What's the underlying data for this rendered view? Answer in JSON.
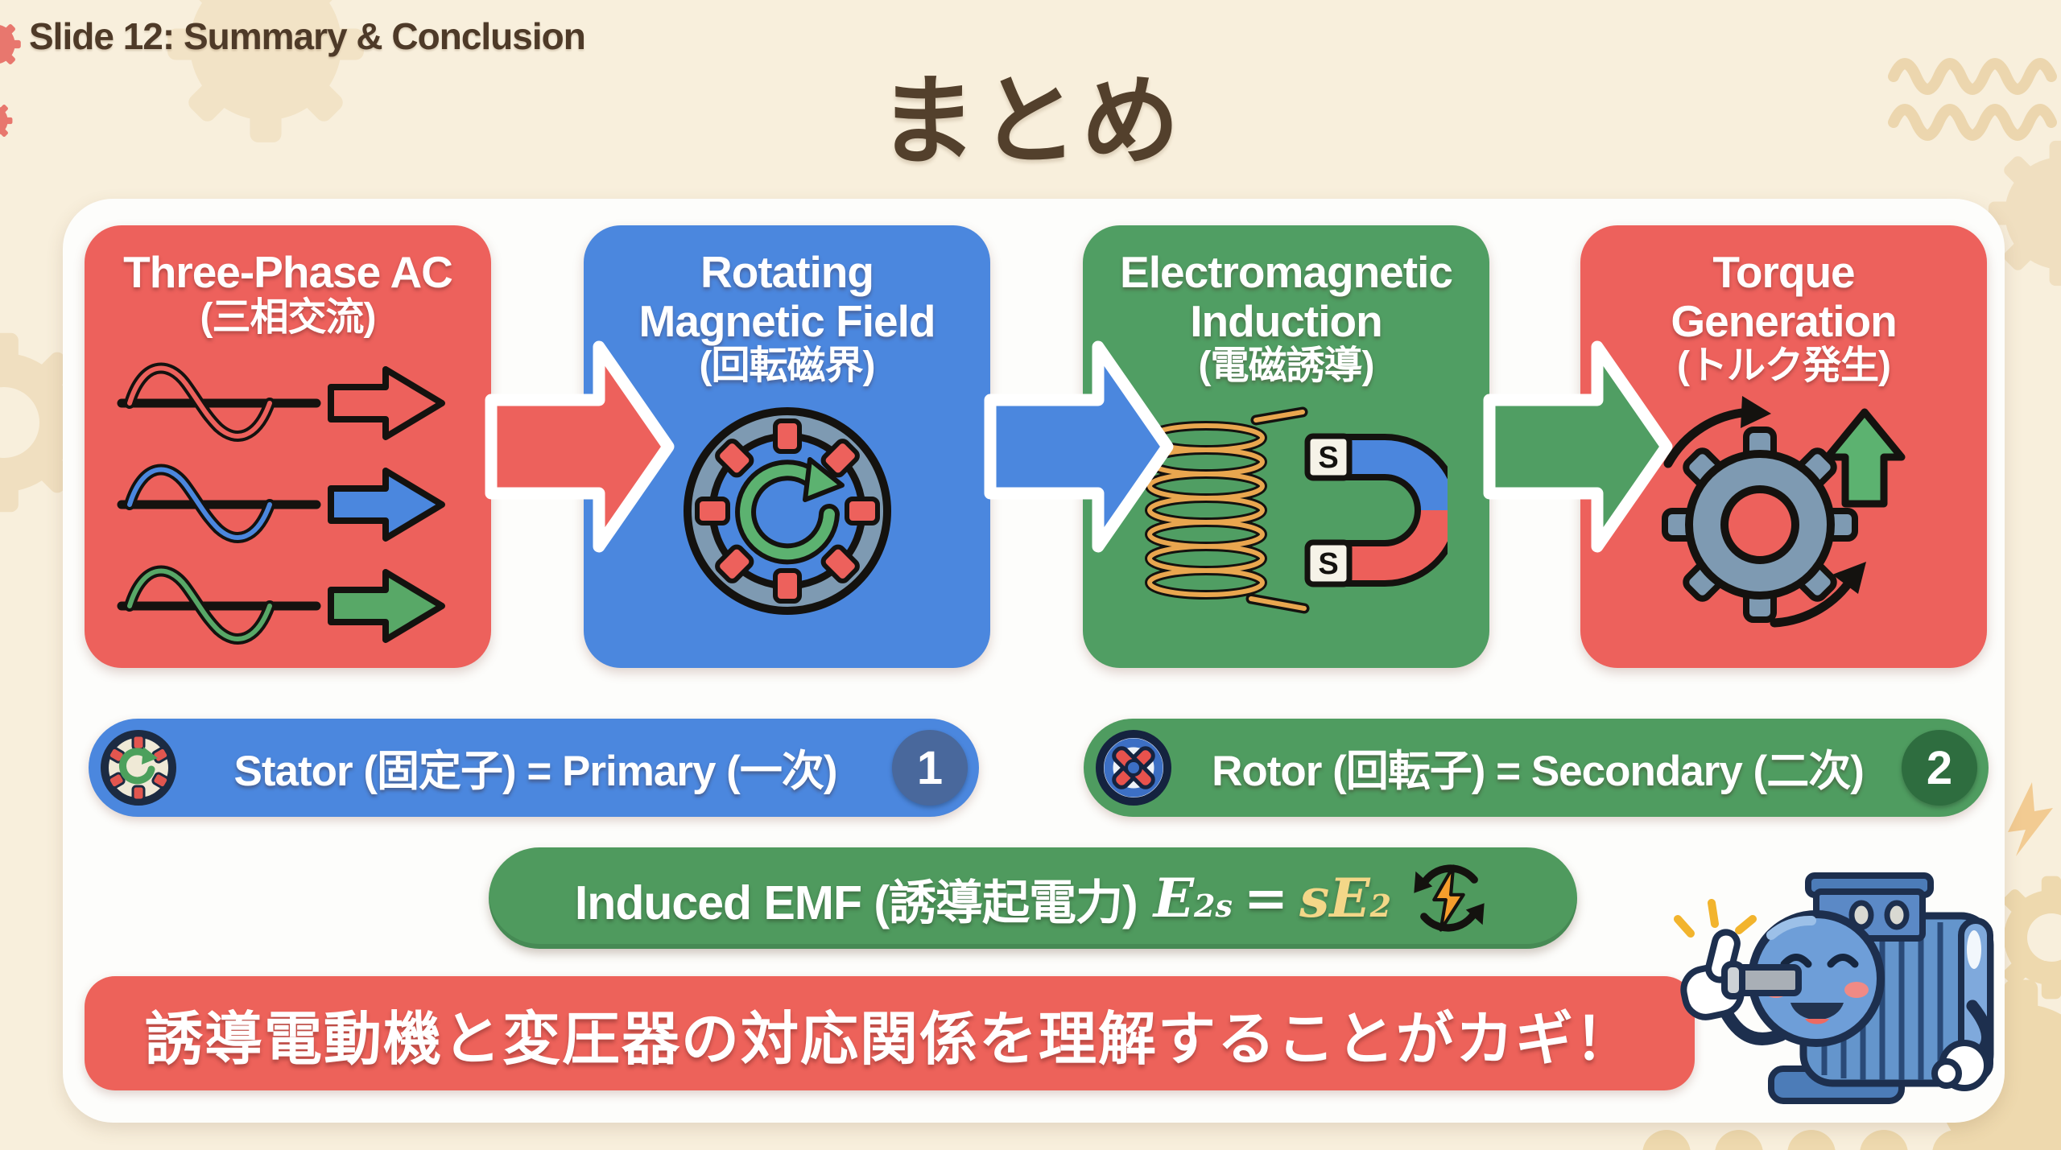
{
  "page": {
    "slide_label": "Slide 12: Summary & Conclusion",
    "title": "まとめ",
    "background_color": "#f8efdc",
    "card_color": "#fdfdfb",
    "heading_color": "#53402c"
  },
  "flow": {
    "steps": [
      {
        "lines": [
          "Three-Phase AC",
          "(三相交流)"
        ],
        "color": "#ed615c",
        "icon": "three-phase-waves-icon"
      },
      {
        "lines": [
          "Rotating",
          "Magnetic Field",
          "(回転磁界)"
        ],
        "color": "#4b87de",
        "icon": "stator-ring-icon"
      },
      {
        "lines": [
          "Electromagnetic",
          "Induction",
          "(電磁誘導)"
        ],
        "color": "#509e63",
        "icon": "coil-magnet-icon"
      },
      {
        "lines": [
          "Torque",
          "Generation",
          "(トルク発生)"
        ],
        "color": "#ed615c",
        "icon": "gear-rotation-icon"
      }
    ],
    "arrow_colors": [
      "#ed615c",
      "#4b87de",
      "#509e63"
    ],
    "magnet_pole_labels": {
      "top": "S",
      "bottom": "S"
    }
  },
  "mappings": [
    {
      "label": "Stator (固定子) = Primary (一次)",
      "number": "1",
      "pill_color": "#4b87de",
      "badge_color": "#49689c",
      "icon": "stator-icon"
    },
    {
      "label": "Rotor (回転子) = Secondary (二次)",
      "number": "2",
      "pill_color": "#4f9c60",
      "badge_color": "#2e6d3f",
      "icon": "rotor-icon"
    }
  ],
  "emf": {
    "label": "Induced EMF (誘導起電力)",
    "formula": {
      "lhs_base": "E",
      "lhs_sub": "2s",
      "equals": "=",
      "rhs_coef": "s",
      "rhs_base": "E",
      "rhs_sub": "2"
    },
    "pill_color": "#4f9a5e",
    "value_color": "#f3d788",
    "icon": "lightning-cycle-icon"
  },
  "banner": {
    "text": "誘導電動機と変圧器の対応関係を理解することがカギ！",
    "color": "#ed625a"
  },
  "icons": {
    "mascot": "motor-mascot",
    "deco": [
      "gear-icon",
      "zigzag-wave-icon",
      "lightning-icon"
    ]
  }
}
